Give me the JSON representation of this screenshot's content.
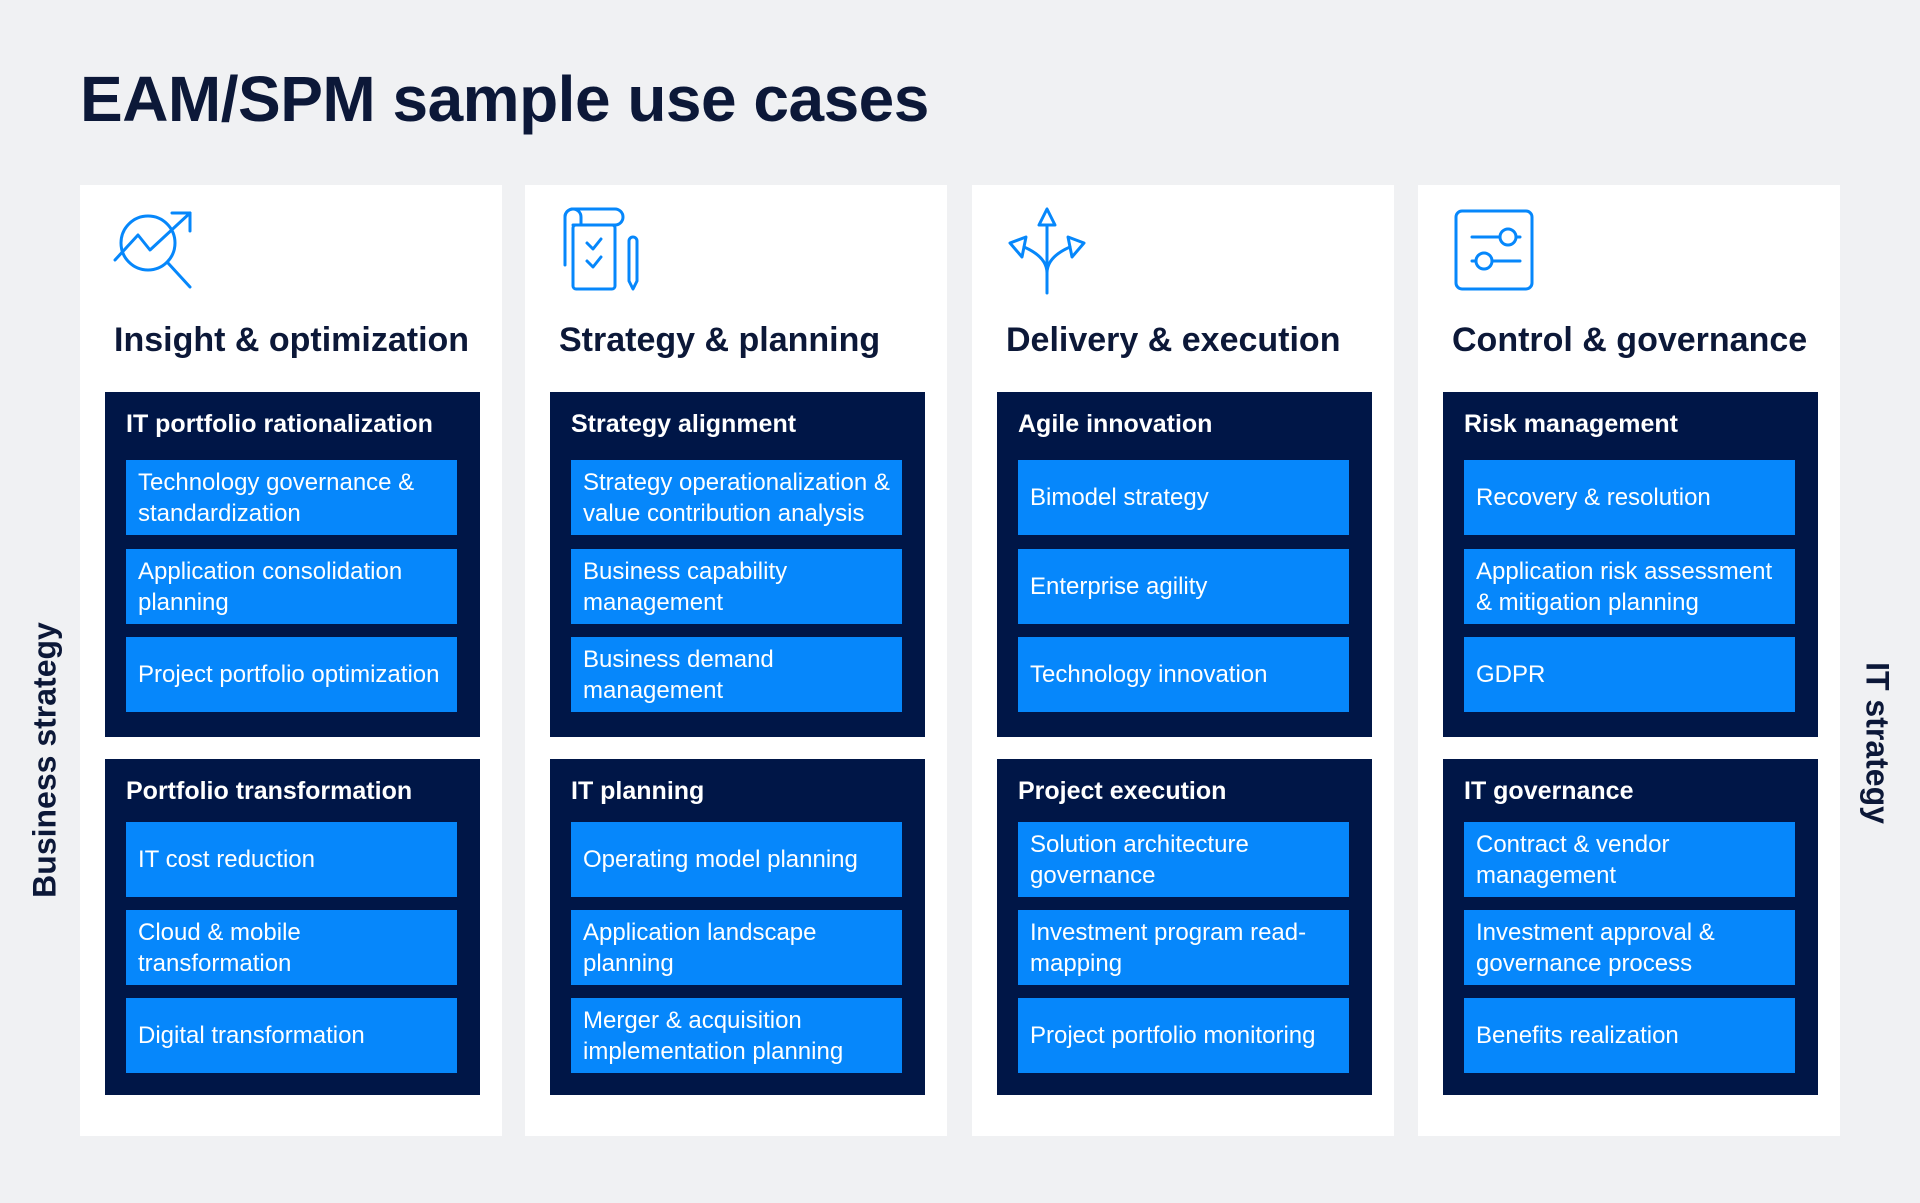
{
  "title": "EAM/SPM sample use cases",
  "side_labels": {
    "left": "Business strategy",
    "right": "IT strategy"
  },
  "colors": {
    "background": "#f0f1f3",
    "navy": "#001647",
    "blue": "#0687fb",
    "text": "#0c1838"
  },
  "columns": [
    {
      "title": "Insight & optimization",
      "icon": "chart-magnifier-icon",
      "groups": [
        {
          "title": "IT portfolio rationalization",
          "items": [
            "Technology governance & standardization",
            "Application consolidation planning",
            "Project portfolio optimization"
          ]
        },
        {
          "title": "Portfolio transformation",
          "items": [
            "IT cost reduction",
            "Cloud & mobile transformation",
            "Digital transformation"
          ]
        }
      ]
    },
    {
      "title": "Strategy & planning",
      "icon": "checklist-scroll-icon",
      "groups": [
        {
          "title": "Strategy alignment",
          "items": [
            "Strategy operationalization & value contribution analysis",
            "Business capability management",
            "Business demand management"
          ]
        },
        {
          "title": "IT planning",
          "items": [
            "Operating model planning",
            "Application landscape planning",
            "Merger & acquisition implementation planning"
          ]
        }
      ]
    },
    {
      "title": "Delivery & execution",
      "icon": "branching-arrows-icon",
      "groups": [
        {
          "title": "Agile innovation",
          "items": [
            "Bimodel strategy",
            "Enterprise agility",
            "Technology innovation"
          ]
        },
        {
          "title": "Project execution",
          "items": [
            "Solution architecture governance",
            "Investment program read-mapping",
            "Project portfolio monitoring"
          ]
        }
      ]
    },
    {
      "title": "Control & governance",
      "icon": "sliders-icon",
      "groups": [
        {
          "title": "Risk management",
          "items": [
            "Recovery & resolution",
            "Application risk assessment & mitigation planning",
            "GDPR"
          ]
        },
        {
          "title": "IT governance",
          "items": [
            "Contract & vendor management",
            "Investment approval & governance process",
            "Benefits realization"
          ]
        }
      ]
    }
  ]
}
